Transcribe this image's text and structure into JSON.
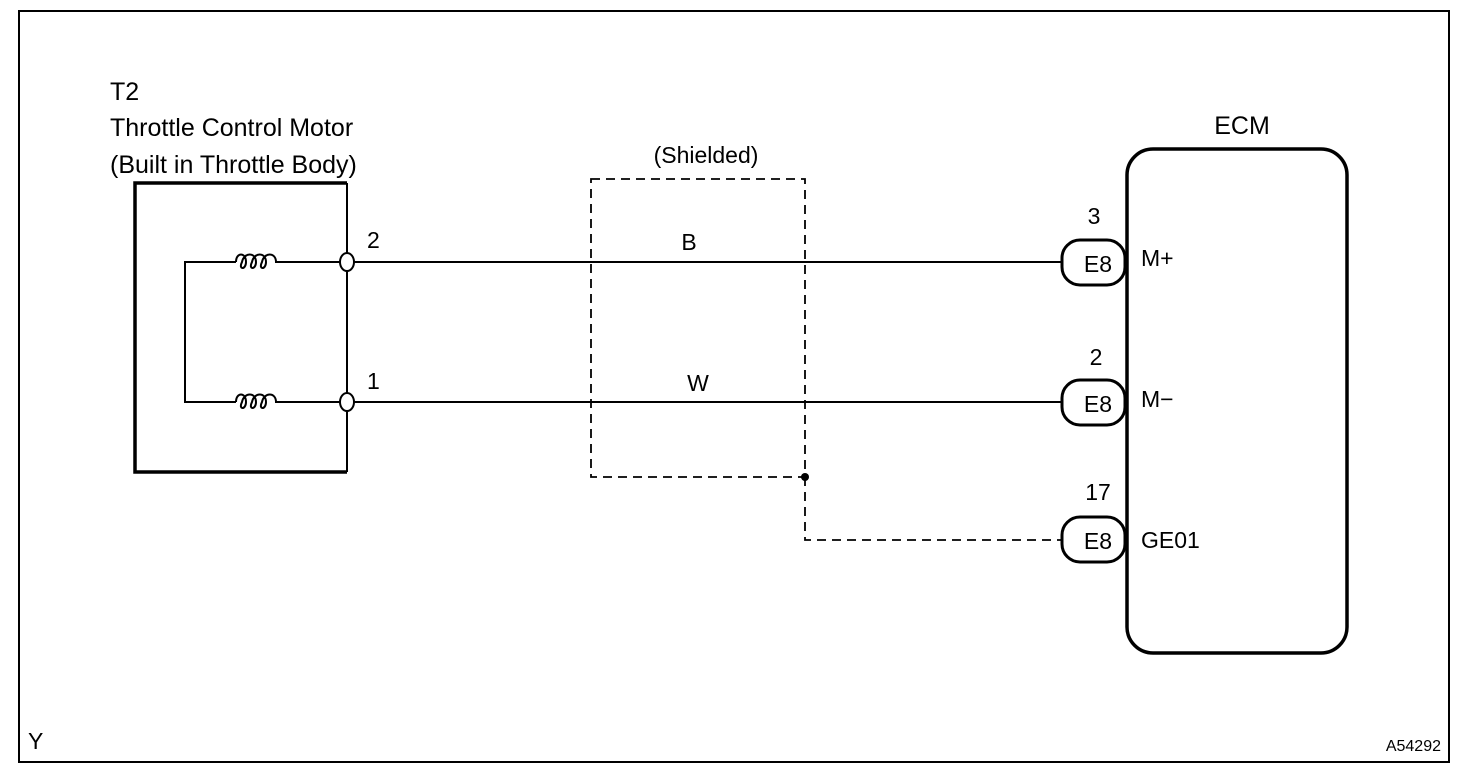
{
  "motor": {
    "code": "T2",
    "name": "Throttle Control Motor",
    "location": "(Built in Throttle Body)",
    "terminals": [
      {
        "pin": "2"
      },
      {
        "pin": "1"
      }
    ]
  },
  "shield": {
    "label": "(Shielded)"
  },
  "wires": [
    {
      "color": "B"
    },
    {
      "color": "W"
    }
  ],
  "ecm": {
    "title": "ECM",
    "connectors": [
      {
        "pin": "3",
        "connector": "E8",
        "signal": "M+"
      },
      {
        "pin": "2",
        "connector": "E8",
        "signal": "M−"
      },
      {
        "pin": "17",
        "connector": "E8",
        "signal": "GE01"
      }
    ]
  },
  "footer": {
    "corner_left": "Y",
    "figure_id": "A54292"
  }
}
